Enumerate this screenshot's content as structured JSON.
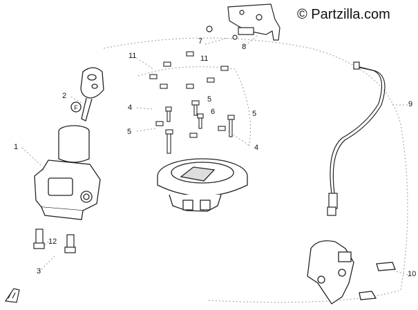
{
  "watermark": {
    "text": "© Partzilla.com"
  },
  "callouts": {
    "c1": "1",
    "c2": "2",
    "c3": "3",
    "c4a": "4",
    "c4b": "4",
    "c5a": "5",
    "c5b": "5",
    "c5c": "5",
    "c6": "6",
    "c7": "7",
    "c8": "8",
    "c9": "9",
    "c10": "10",
    "c11a": "11",
    "c11b": "11",
    "c12": "12"
  },
  "parts": {
    "key_letter": "F"
  }
}
